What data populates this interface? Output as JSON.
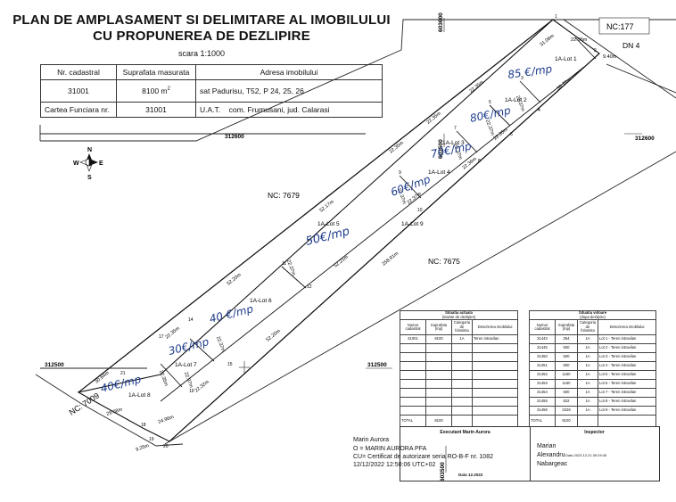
{
  "header": {
    "title_line1": "PLAN DE AMPLASAMENT SI DELIMITARE AL IMOBILULUI",
    "title_line2": "CU PROPUNEREA DE DEZLIPIRE",
    "scale": "scara 1:1000"
  },
  "info_table": {
    "h_cad": "Nr. cadastral",
    "h_area": "Suprafata masurata",
    "h_addr": "Adresa imobilului",
    "cad": "31001",
    "area": "8100 m",
    "area_sup": "2",
    "addr": "sat Padurisu, T52, P 24, 25, 26",
    "cf_label": "Cartea Funciara nr.",
    "cf": "31001",
    "uat_label": "U.A.T.",
    "uat": "com. Frumusani, jud. Calarasi"
  },
  "grid": {
    "x1": "312600",
    "x2": "312500",
    "y1": "603500",
    "y2": "603600"
  },
  "compass": {
    "n": "N",
    "s": "S",
    "e": "E",
    "w": "W"
  },
  "neighbors": {
    "nc177": "NC:177",
    "dn4": "DN 4",
    "nc7679": "NC: 7679",
    "nc7675": "NC: 7675",
    "nc7009": "NC: 7009"
  },
  "lots": {
    "l1": "1A-Lot 1",
    "l2": "1A-Lot 2",
    "l3": "1A-Lot 3",
    "l4": "1A-Lot 4",
    "l5": "1A-Lot 5",
    "l6": "1A-Lot 6",
    "l7": "1A-Lot 7",
    "l8": "1A-Lot 8",
    "l9": "1A-Lot 9"
  },
  "handwritten": {
    "p1": "85 €/mp",
    "p2": "80€/mp",
    "p3": "70€/mp",
    "p4": "60€/mp",
    "p5": "50€/mp",
    "p6": "40 €/mp",
    "p7": "30€/mp",
    "p8": "40€/mp"
  },
  "dims": {
    "d1": "22.36m",
    "d2": "31.06m",
    "d3": "9.40m",
    "d4": "22.37m",
    "d5": "39.72m",
    "d6": "22.35m",
    "d7": "22.35m",
    "d8": "22.37m",
    "d9": "22.35m",
    "d10": "22.37m",
    "d11": "22.36m",
    "d12": "22.37m",
    "d13": "22.35m",
    "d14": "52.17m",
    "d15": "22.37m",
    "d16": "52.21m",
    "d17": "52.20m",
    "d18": "22.37m",
    "d19": "258.91m",
    "d20": "52.20m",
    "d21": "22.35m",
    "d22": "22.37m",
    "d23": "22.37m",
    "d24": "30.64m",
    "d25": "22.35m",
    "d26": "22.32m",
    "d27": "24.96m",
    "d28": "29.08m",
    "d29": "9.25m"
  },
  "points": {
    "p1": "1",
    "p2": "2",
    "p3": "3",
    "p4": "4",
    "p5": "5",
    "p6": "6",
    "p7": "7",
    "p8": "8",
    "p9": "9",
    "p10": "10",
    "p11": "11",
    "p12": "12",
    "p14": "14",
    "p15": "15",
    "p16": "16",
    "p17": "17",
    "p18": "18",
    "p19": "19",
    "p20": "20",
    "p21": "21"
  },
  "situation": {
    "actual_title": "Situatia actuala",
    "actual_sub": "(inainte de dezlipire)",
    "final_title": "Situatia viitoare",
    "final_sub": "(dupa dezlipire)",
    "h_cad": "Numar cadastral",
    "h_area": "Suprafata (mp)",
    "h_cat": "Categoria de folosinta",
    "h_desc": "Descrierea imobilului",
    "a_cad": "31001",
    "a_area": "8100",
    "a_cat": "1A",
    "a_desc": "Teren intravilan",
    "rows": [
      {
        "cad": "31443",
        "area": "254",
        "cat": "1A",
        "desc": "Lot 1 - Teren intravilan"
      },
      {
        "cad": "31445",
        "area": "500",
        "cat": "1A",
        "desc": "Lot 2 - Teren intravilan"
      },
      {
        "cad": "31450",
        "area": "500",
        "cat": "1A",
        "desc": "Lot 3 - Teren intravilan"
      },
      {
        "cad": "31451",
        "area": "500",
        "cat": "1A",
        "desc": "Lot 4 - Teren intravilan"
      },
      {
        "cad": "31452",
        "area": "1160",
        "cat": "1A",
        "desc": "Lot 5 - Teren intravilan"
      },
      {
        "cad": "31453",
        "area": "1160",
        "cat": "1A",
        "desc": "Lot 6 - Teren intravilan"
      },
      {
        "cad": "31454",
        "area": "500",
        "cat": "1A",
        "desc": "Lot 7 - Teren intravilan"
      },
      {
        "cad": "31455",
        "area": "822",
        "cat": "1A",
        "desc": "Lot 8 - Teren intravilan"
      },
      {
        "cad": "31456",
        "area": "2328",
        "cat": "1A",
        "desc": "Lot 9 - Teren intravilan"
      }
    ],
    "total_label": "TOTAL",
    "total_a": "8100",
    "total_f": "8100"
  },
  "signatures": {
    "exec_title": "Executant Marin Aurora",
    "inspector_title": "Inspector",
    "s1": "Marin Aurora",
    "s2": "O = MARIN AURORA PFA",
    "s3": "CU= Certificat de autorizare seria RO-B-F nr. 1082",
    "s4": "12/12/2022 12:50:06 UTC+02",
    "date_exec": "Data 12.2022",
    "ins1": "Marian",
    "ins2": "Alexandru",
    "ins3": "Nabargeac",
    "ins_date": "Data 2023.12.21 09:29:45"
  }
}
